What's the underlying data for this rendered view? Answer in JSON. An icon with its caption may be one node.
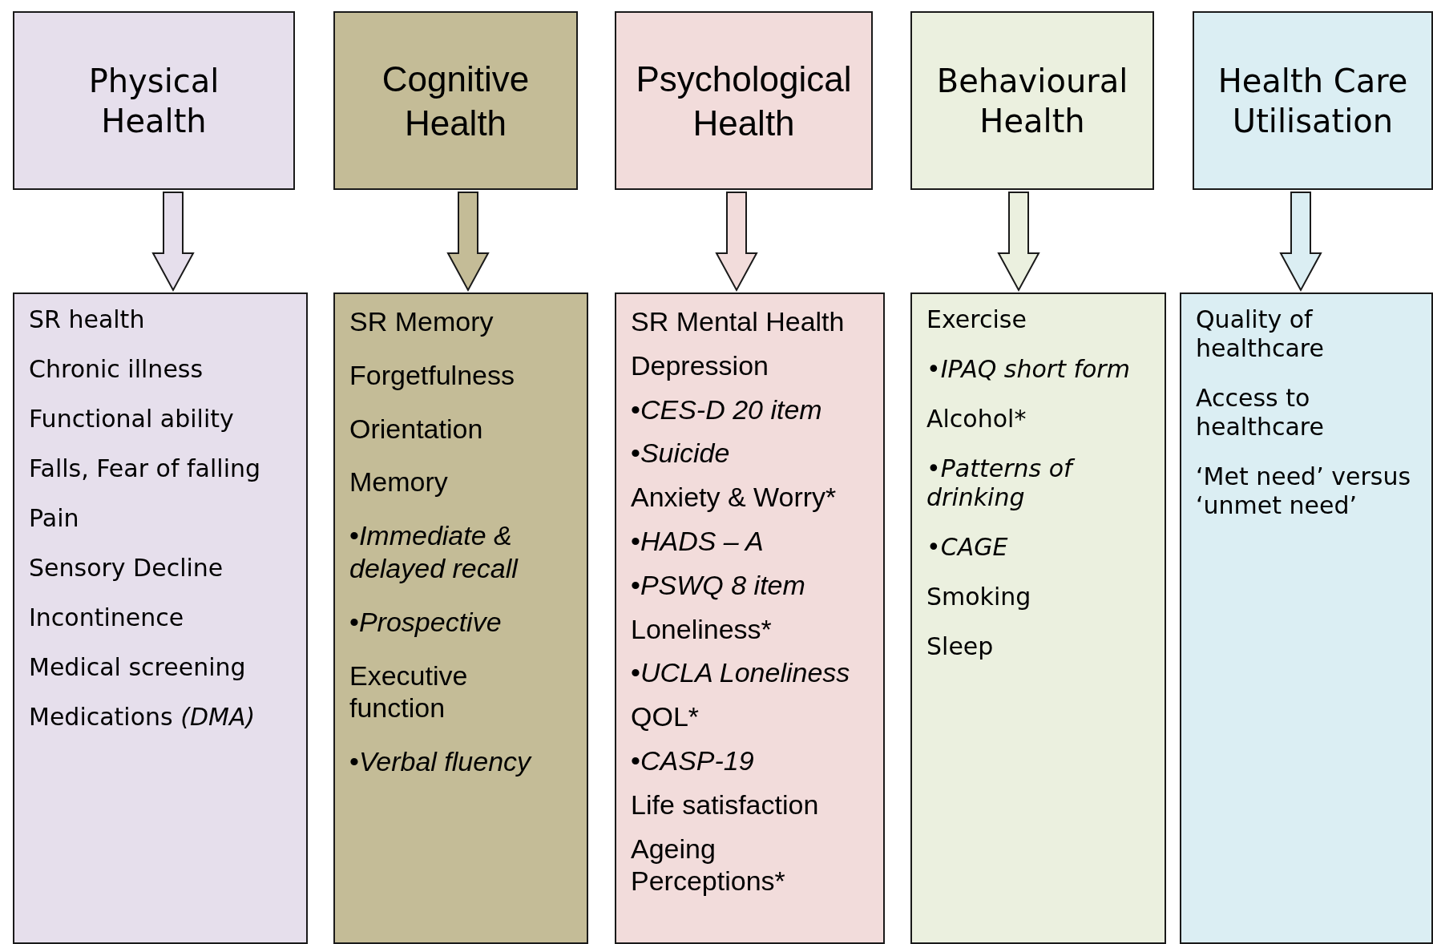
{
  "diagram": {
    "nodes": [
      {
        "text": [
          "Physical Health"
        ]
      },
      {
        "text": [
          "Cognitive Health"
        ]
      },
      {
        "text": [
          "Psychological Health"
        ]
      },
      {
        "text": [
          "Behavioural Health"
        ]
      },
      {
        "text": [
          "Health Care Utilisation"
        ]
      },
      {
        "text": [
          "SR health",
          "Chronic illness",
          "Functional ability",
          "Falls, Fear of falling",
          "Pain",
          "Sensory Decline",
          "Incontinence",
          "Medical screening",
          "Medications *(DMA)*"
        ]
      },
      {
        "text": [
          "SR Memory",
          "Forgetfulness",
          "Orientation",
          "Memory",
          "•*Immediate & delayed recall*",
          "•*Prospective*",
          "Executive function",
          "•*Verbal fluency*"
        ]
      },
      {
        "text": [
          "SR Mental Health",
          "Depression",
          "•*CES-D 20 item*",
          "•*Suicide*",
          "Anxiety & Worry*",
          "•*HADS – A*",
          "•*PSWQ 8 item*",
          "Loneliness*",
          "•*UCLA Loneliness*",
          "QOL*",
          "•*CASP-19*",
          "Life satisfaction",
          "Ageing Perceptions*"
        ]
      },
      {
        "text": [
          "Exercise",
          "•*IPAQ short form*",
          "Alcohol*",
          "•*Patterns of drinking*",
          "•*CAGE*",
          "Smoking",
          "Sleep"
        ]
      },
      {
        "text": [
          "Quality of healthcare",
          "Access to healthcare",
          "‘Met need’ versus ‘unmet need’"
        ]
      }
    ],
    "edges": [
      {
        "from": 0,
        "to": 5,
        "arrow": "to"
      },
      {
        "from": 1,
        "to": 6,
        "arrow": "to"
      },
      {
        "from": 2,
        "to": 7,
        "arrow": "to"
      },
      {
        "from": 3,
        "to": 8,
        "arrow": "to"
      },
      {
        "from": 4,
        "to": 9,
        "arrow": "to"
      }
    ]
  }
}
